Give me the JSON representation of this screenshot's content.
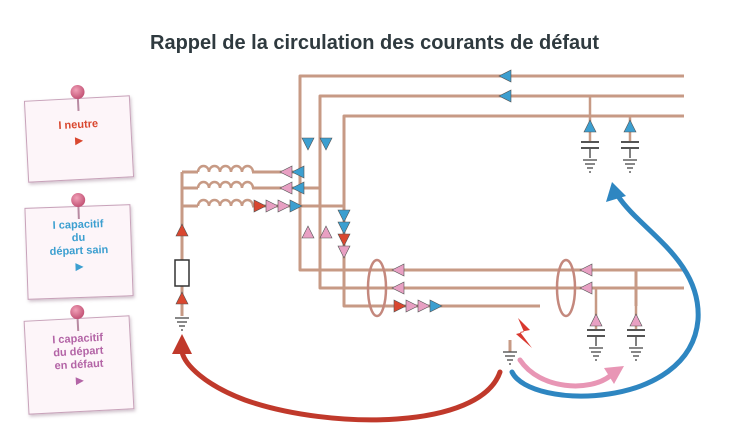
{
  "title": "Rappel de la circulation des courants de défaut",
  "legend": [
    {
      "label": "I neutre",
      "color": "#d9472f"
    },
    {
      "label": "I capacitif\ndu\ndépart sain",
      "color": "#3c9fd0"
    },
    {
      "label": "I capacitif\ndu départ\nen défaut",
      "color": "#b364a6"
    }
  ],
  "colors": {
    "wire": "#c79a85",
    "neutral": "#d9472f",
    "healthy": "#3c9fd0",
    "faulty": "#e8a0c3",
    "ground": "#555555",
    "return_red": "#c0392b",
    "return_blue": "#2e86c1",
    "return_pink": "#e896b5"
  }
}
